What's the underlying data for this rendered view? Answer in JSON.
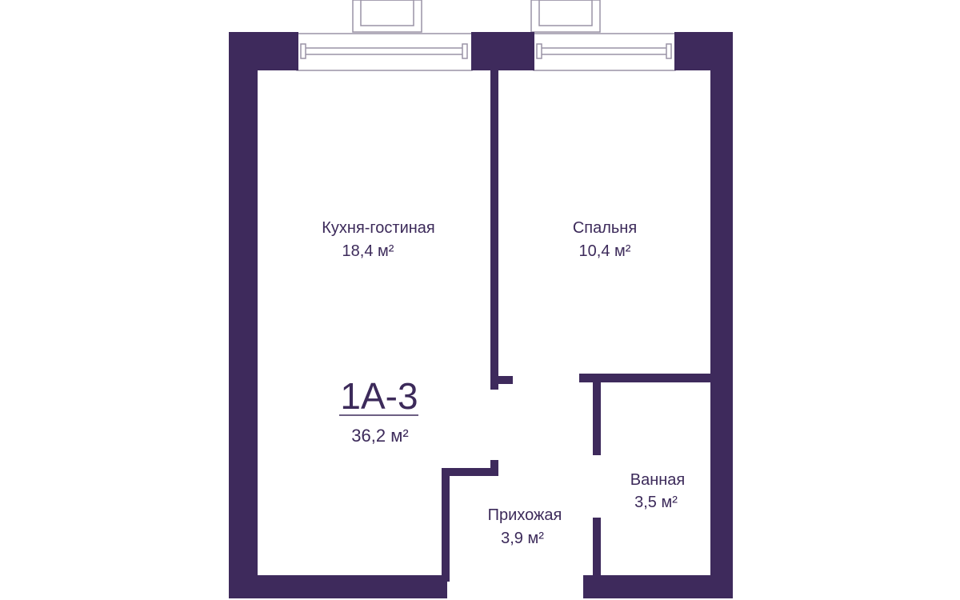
{
  "plan": {
    "unit_code": "1A-3",
    "total_area": "36,2 м²",
    "colors": {
      "wall": "#3e2a5c",
      "text": "#3c2a5a",
      "window_line": "#9a93a6"
    },
    "rooms": [
      {
        "id": "kitchen-living",
        "name": "Кухня-гостиная",
        "area": "18,4 м²"
      },
      {
        "id": "bedroom",
        "name": "Спальня",
        "area": "10,4 м²"
      },
      {
        "id": "bathroom",
        "name": "Ванная",
        "area": "3,5 м²"
      },
      {
        "id": "hallway",
        "name": "Прихожая",
        "area": "3,9 м²"
      }
    ]
  }
}
